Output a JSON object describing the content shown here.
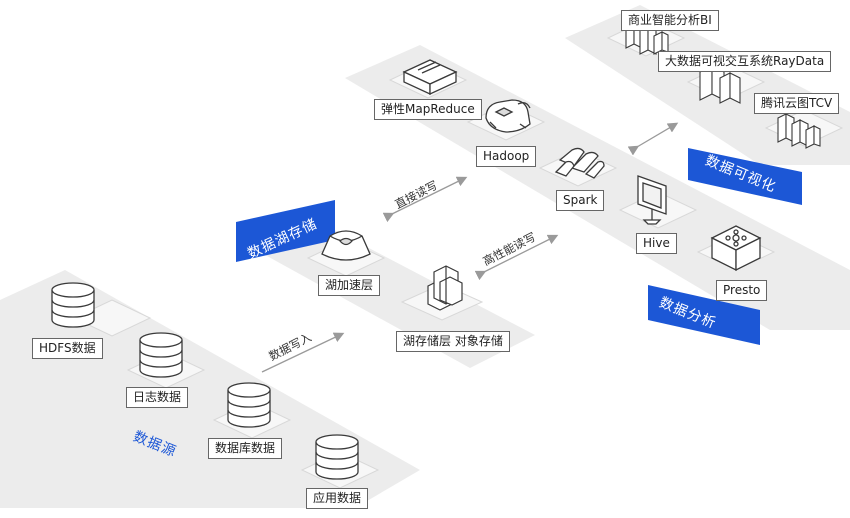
{
  "zones": {
    "source": "数据源",
    "lake_storage": "数据湖存储",
    "analysis": "数据分析",
    "visualization": "数据可视化"
  },
  "flows": {
    "write_in": "数据写入",
    "direct_rw": "直接读写",
    "high_perf_rw": "高性能读写"
  },
  "sources": {
    "hdfs": "HDFS数据",
    "log": "日志数据",
    "db": "数据库数据",
    "app": "应用数据"
  },
  "storage": {
    "accel": "湖加速层",
    "object": "湖存储层 对象存储"
  },
  "analysis": {
    "emr": "弹性MapReduce",
    "hadoop": "Hadoop",
    "spark": "Spark",
    "hive": "Hive",
    "presto": "Presto"
  },
  "visualization": {
    "bi": "商业智能分析BI",
    "raydata": "大数据可视交互系统RayData",
    "tcv": "腾讯云图TCV"
  },
  "colors": {
    "accent": "#1c57d6",
    "band": "#ececec",
    "icon_stroke": "#3a3a3a"
  },
  "icons": [
    "cylinder-db-icon",
    "ufo-accel-icon",
    "building-storage-icon",
    "inbox-tray-icon",
    "hadoop-elephant-icon",
    "spark-cluster-icon",
    "monitor-icon",
    "box-network-icon",
    "bar-chart-3d-icon"
  ]
}
